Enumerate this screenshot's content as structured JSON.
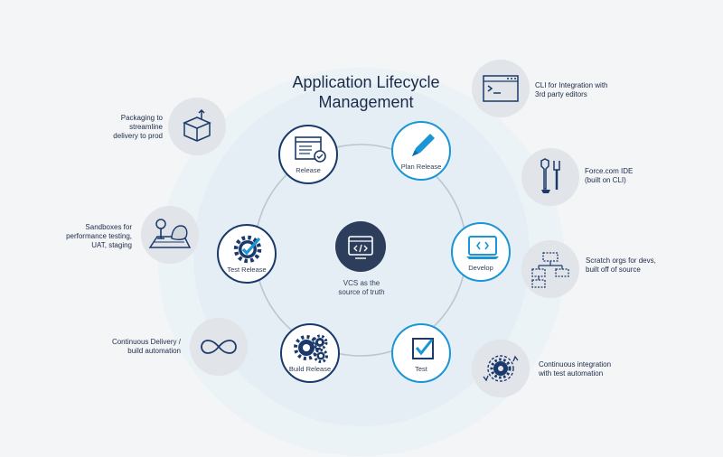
{
  "title": [
    "Application Lifecycle",
    "Management"
  ],
  "center": [
    "VCS as the",
    "source of truth"
  ],
  "cycle": [
    {
      "label": "Release",
      "style": "dark",
      "icon": "release-checklist-icon"
    },
    {
      "label": "Plan Release",
      "style": "blue",
      "icon": "pencil-icon"
    },
    {
      "label": "Develop",
      "style": "blue",
      "icon": "laptop-code-icon"
    },
    {
      "label": "Test",
      "style": "blue",
      "icon": "checkbox-icon"
    },
    {
      "label": "Build Release",
      "style": "dark",
      "icon": "gears-icon"
    },
    {
      "label": "Test Release",
      "style": "dark",
      "icon": "gear-check-icon"
    }
  ],
  "left_items": [
    {
      "text": [
        "Packaging to",
        "streamline",
        "delivery to prod"
      ],
      "icon": "box-icon"
    },
    {
      "text": [
        "Sandboxes for",
        "performance testing,",
        "UAT, staging"
      ],
      "icon": "sandbox-icon"
    },
    {
      "text": [
        "Continuous Delivery /",
        "build automation"
      ],
      "icon": "infinity-icon"
    }
  ],
  "right_items": [
    {
      "text": [
        "CLI for Integration with",
        "3rd party editors"
      ],
      "icon": "terminal-icon"
    },
    {
      "text": [
        "Force.com IDE",
        "(built on CLI)"
      ],
      "icon": "tools-icon"
    },
    {
      "text": [
        "Scratch orgs for devs,",
        "built off of source"
      ],
      "icon": "org-chart-icon"
    },
    {
      "text": [
        "Continuous integration",
        "with test automation"
      ],
      "icon": "gear-cycle-icon"
    }
  ],
  "colors": {
    "dark": "#1b3a6b",
    "blue": "#1a96d6",
    "text": "#1b2b4b",
    "bubble": "#e1e4e8",
    "halo": "#e4eff6"
  }
}
